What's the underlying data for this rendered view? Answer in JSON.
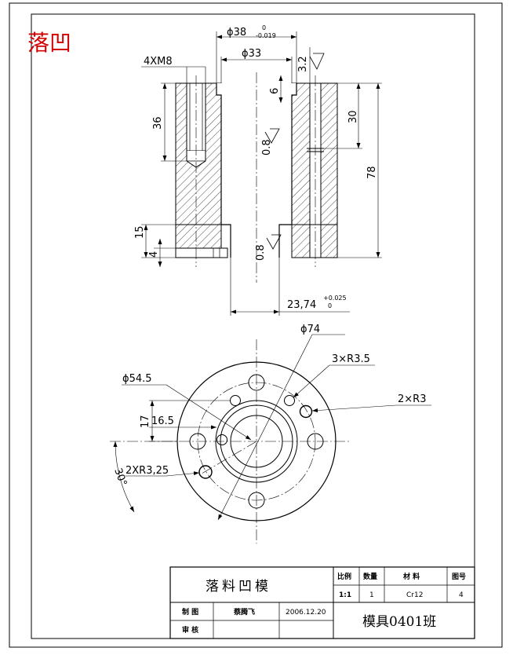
{
  "corner_title": "落凹",
  "top_view": {
    "dia38": "ϕ38",
    "dia38_tol_upper": "0",
    "dia38_tol_lower": "-0.019",
    "dia33": "ϕ33",
    "thread": "4XM8",
    "rough_top": "3.2",
    "dim_36": "36",
    "dim_6": "6",
    "dim_30": "30",
    "dim_78": "78",
    "dim_15": "15",
    "dim_4": "4",
    "rough_mid": "0.8",
    "rough_low": "0.8",
    "dim_2374": "23,74",
    "dim_2374_tol_upper": "+0.025",
    "dim_2374_tol_lower": "0"
  },
  "bottom_view": {
    "dia74": "ϕ74",
    "dia545": "ϕ54.5",
    "r35": "3×R3.5",
    "r3": "2×R3",
    "dim_17": "17",
    "dim_165": "16.5",
    "r325": "2XR3,25",
    "angle": "30°"
  },
  "title_block": {
    "part_name": "落料凹模",
    "col_scale": "比例",
    "col_qty": "数量",
    "col_material": "材 料",
    "col_drawing": "图号",
    "val_scale": "1:1",
    "val_qty": "1",
    "val_material": "Cr12",
    "val_drawing": "4",
    "drawn_label": "制 图",
    "drawn_by": "蔡腾飞",
    "date": "2006.12.20",
    "check_label": "审 核",
    "class_name": "模具0401班"
  }
}
